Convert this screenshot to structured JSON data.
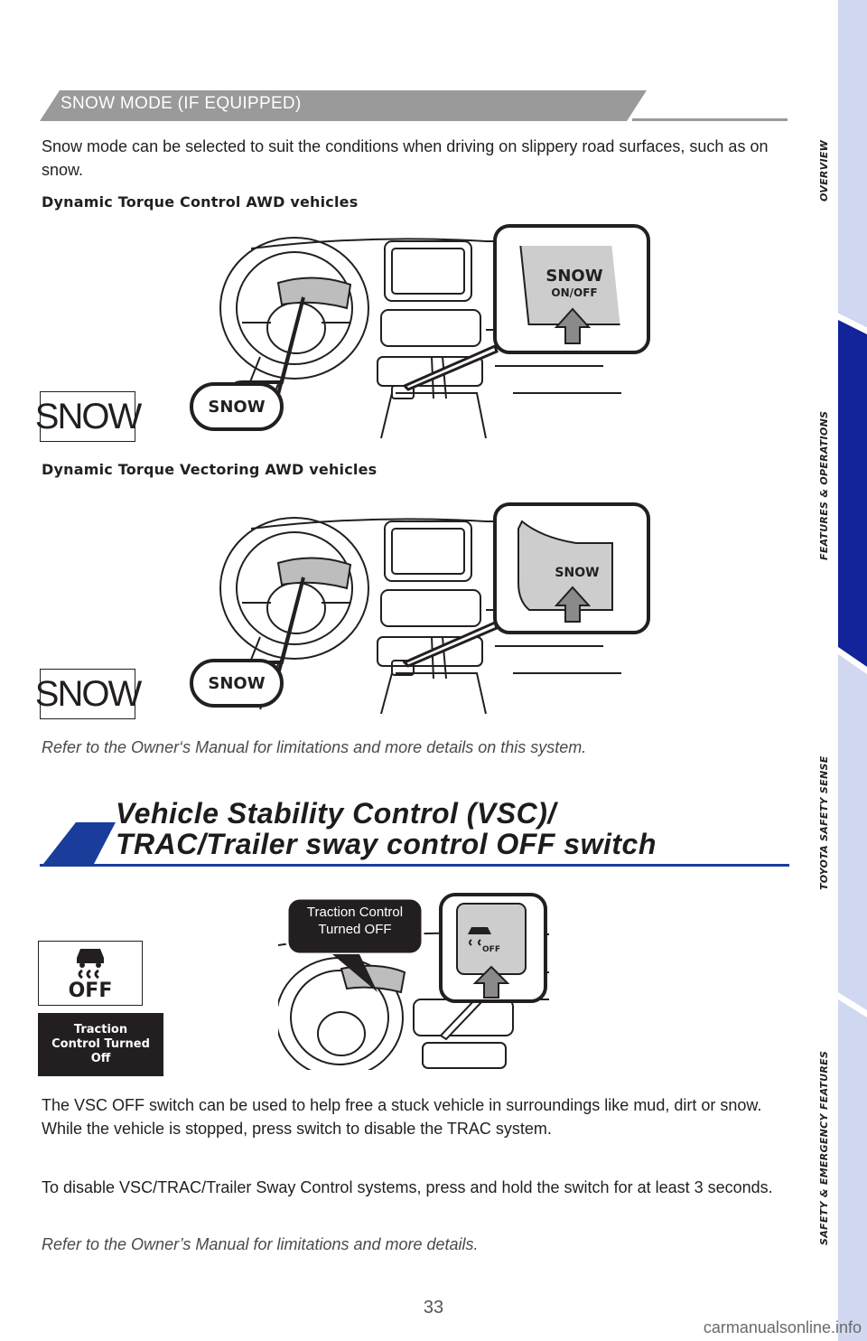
{
  "snow_section": {
    "title": "SNOW MODE (IF EQUIPPED)",
    "intro": "Snow mode can be selected to suit the conditions when driving on slippery road surfaces, such as on snow.",
    "dtc_heading": "Dynamic Torque Control AWD vehicles",
    "dtv_heading": "Dynamic Torque Vectoring AWD vehicles",
    "indicator_text": "SNOW",
    "callout_text": "SNOW",
    "button_dtc_line1": "SNOW",
    "button_dtc_line2": "ON/OFF",
    "button_dtv": "SNOW",
    "note": "Refer to the Owner‘s Manual for limitations and more details on this system."
  },
  "vsc_section": {
    "title_line1": "Vehicle Stability Control (VSC)/",
    "title_line2": "TRAC/Trailer sway control OFF switch",
    "indicator_off": "OFF",
    "message_display": "Traction Control Turned Off",
    "callout_line1": "Traction Control",
    "callout_line2": "Turned OFF",
    "switch_label": "OFF",
    "para1": "The VSC OFF switch can be used to help free a stuck vehicle in surroundings like mud, dirt or snow. While the vehicle is stopped, press switch to disable the TRAC system.",
    "para2": "To disable VSC/TRAC/Trailer Sway Control systems, press and hold the switch for at least 3 seconds.",
    "note": "Refer to the Owner’s Manual for limitations and more details."
  },
  "sidebar": {
    "tabs": [
      "OVERVIEW",
      "FEATURES & OPERATIONS",
      "TOYOTA SAFETY SENSE",
      "SAFETY & EMERGENCY FEATURES"
    ],
    "active_index": 1
  },
  "page_number": "33",
  "watermark": "carmanualsonline.info",
  "colors": {
    "band_gray": "#9a9a9a",
    "accent_blue": "#1a3d9c",
    "sidebar_light": "#cfd8f0",
    "sidebar_active": "#13239a",
    "button_gray": "#cdcdcd"
  }
}
